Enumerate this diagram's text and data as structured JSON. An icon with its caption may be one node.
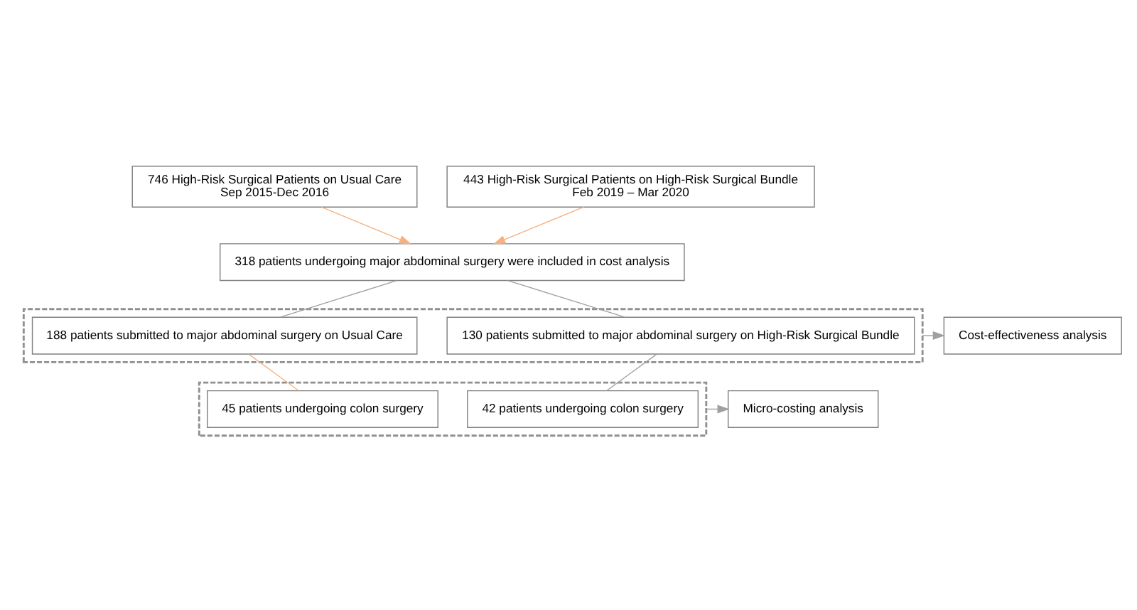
{
  "diagram": {
    "nodes": [
      {
        "text": [
          "746 High-Risk Surgical Patients on Usual Care",
          "Sep 2015-Dec 2016"
        ]
      },
      {
        "text": [
          "443 High-Risk Surgical Patients on High-Risk Surgical Bundle",
          "Feb 2019 – Mar 2020"
        ]
      },
      {
        "text": [
          "318 patients undergoing major abdominal surgery were included in cost analysis"
        ]
      },
      {
        "text": [],
        "shape": "box"
      },
      {
        "text": [
          "188 patients submitted to major abdominal surgery on Usual Care"
        ],
        "in": 3
      },
      {
        "text": [
          "130 patients submitted to major abdominal surgery on High-Risk Surgical Bundle"
        ],
        "in": 3
      },
      {
        "text": [],
        "shape": "box"
      },
      {
        "text": [
          "45 patients undergoing colon surgery"
        ],
        "in": 6
      },
      {
        "text": [
          "42 patients undergoing colon surgery"
        ],
        "in": 6
      },
      {
        "text": [
          "Cost-effectiveness analysis"
        ]
      },
      {
        "text": [
          "Micro-costing analysis"
        ]
      }
    ],
    "edges": [
      {
        "from": 0,
        "to": 2,
        "arrow": "to",
        "color": "#f4b183"
      },
      {
        "from": 1,
        "to": 2,
        "arrow": "to",
        "color": "#f4b183"
      },
      {
        "from": 2,
        "to": 4,
        "arrow": "none"
      },
      {
        "from": 2,
        "to": 5,
        "arrow": "none"
      },
      {
        "from": 4,
        "to": 7,
        "arrow": "none",
        "color": "#f4b183"
      },
      {
        "from": 5,
        "to": 8,
        "arrow": "none"
      },
      {
        "from": 3,
        "to": 9,
        "arrow": "to"
      },
      {
        "from": 6,
        "to": 10,
        "arrow": "to"
      }
    ]
  }
}
